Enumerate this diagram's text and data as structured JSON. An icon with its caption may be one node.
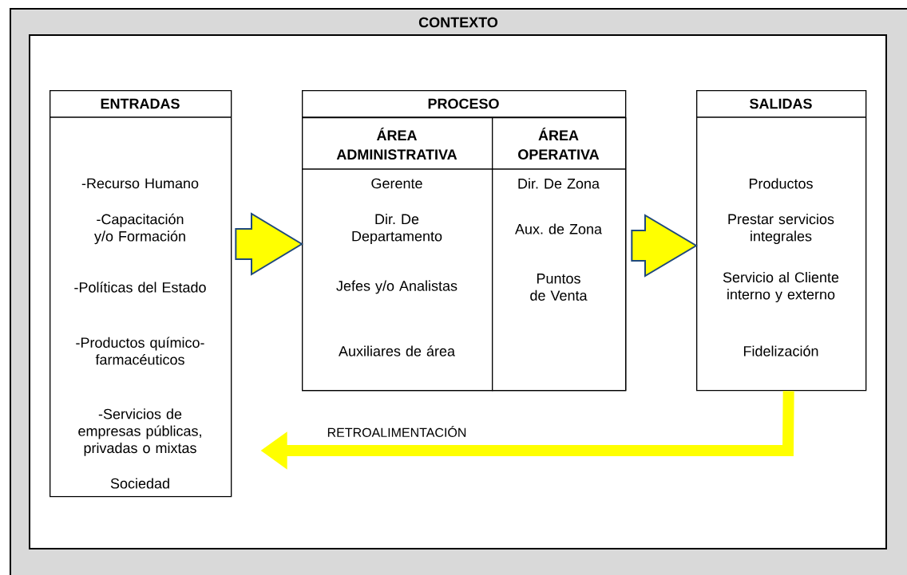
{
  "diagram": {
    "nodes": [
      {
        "text": [
          "CONTEXTO"
        ]
      },
      {
        "text": [
          "ENTRADAS",
          "-Recurso Humano",
          "-Capacitación y/o Formación",
          "-Políticas del Estado",
          "-Productos químico-farmacéuticos",
          "-Servicios de empresas públicas, privadas o mixtas",
          "Sociedad"
        ],
        "in": 0
      },
      {
        "text": [
          "PROCESO"
        ],
        "in": 0
      },
      {
        "text": [
          "ÁREA ADMINISTRATIVA",
          "Gerente",
          "Dir. De Departamento",
          "Jefes y/o Analistas",
          "Auxiliares de área"
        ],
        "in": 2
      },
      {
        "text": [
          "ÁREA OPERATIVA",
          "Dir. De Zona",
          "Aux. de Zona",
          "Puntos de Venta"
        ],
        "in": 2
      },
      {
        "text": [
          "SALIDAS",
          "Productos",
          "Prestar servicios integrales",
          "Servicio al Cliente interno y externo",
          "Fidelización"
        ],
        "in": 0
      }
    ],
    "edges": [
      {
        "from": 1,
        "to": 3,
        "arrow": "to"
      },
      {
        "from": 4,
        "to": 5,
        "arrow": "to"
      },
      {
        "from": 5,
        "to": 1,
        "arrow": "to",
        "label": "RETROALIMENTACIÓN"
      }
    ]
  }
}
